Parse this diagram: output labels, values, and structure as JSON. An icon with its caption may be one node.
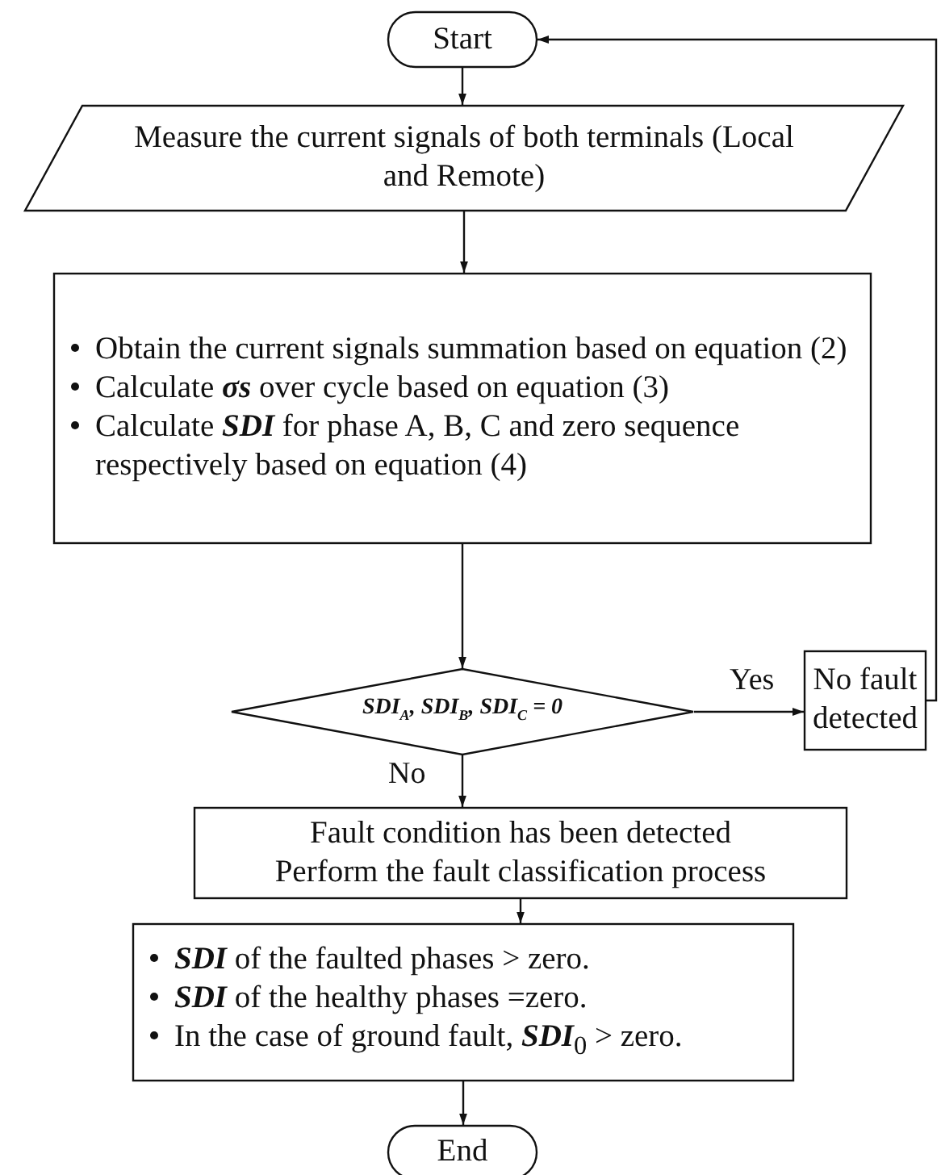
{
  "diagram": {
    "nodes": [
      {
        "text": [
          "Start"
        ]
      },
      {
        "text": [
          "Measure the current signals of both terminals (Local and Remote)"
        ]
      },
      {
        "text": [
          "Obtain the current signals summation based on equation (2)",
          "Calculate **σs** over cycle  based on equation (3)",
          "Calculate **SDI** for phase A, B, C and zero sequence respectively based on equation (4)"
        ]
      },
      {
        "text": [
          "SDI$_{A}$, SDI$_{B}$, SDI$_{C}$ = 0"
        ]
      },
      {
        "text": [
          "No fault detected"
        ]
      },
      {
        "text": [
          "Fault condition has been detected",
          "Perform the fault classification process"
        ]
      },
      {
        "text": [
          "**SDI** of the faulted phases > zero.",
          "**SDI** of the healthy phases =zero.",
          "In the case of ground fault, **SDI**$_{0}$ > zero."
        ]
      },
      {
        "text": [
          "End"
        ]
      }
    ],
    "edges": [
      {
        "from": 0,
        "to": 1,
        "arrow": "to"
      },
      {
        "from": 1,
        "to": 2,
        "arrow": "to"
      },
      {
        "from": 2,
        "to": 3,
        "arrow": "to"
      },
      {
        "from": 3,
        "to": 4,
        "arrow": "to",
        "label": "Yes"
      },
      {
        "from": 3,
        "to": 5,
        "arrow": "to",
        "label": "No"
      },
      {
        "from": 4,
        "to": 0,
        "arrow": "to"
      },
      {
        "from": 5,
        "to": 6,
        "arrow": "to"
      },
      {
        "from": 6,
        "to": 7,
        "arrow": "to"
      }
    ]
  }
}
